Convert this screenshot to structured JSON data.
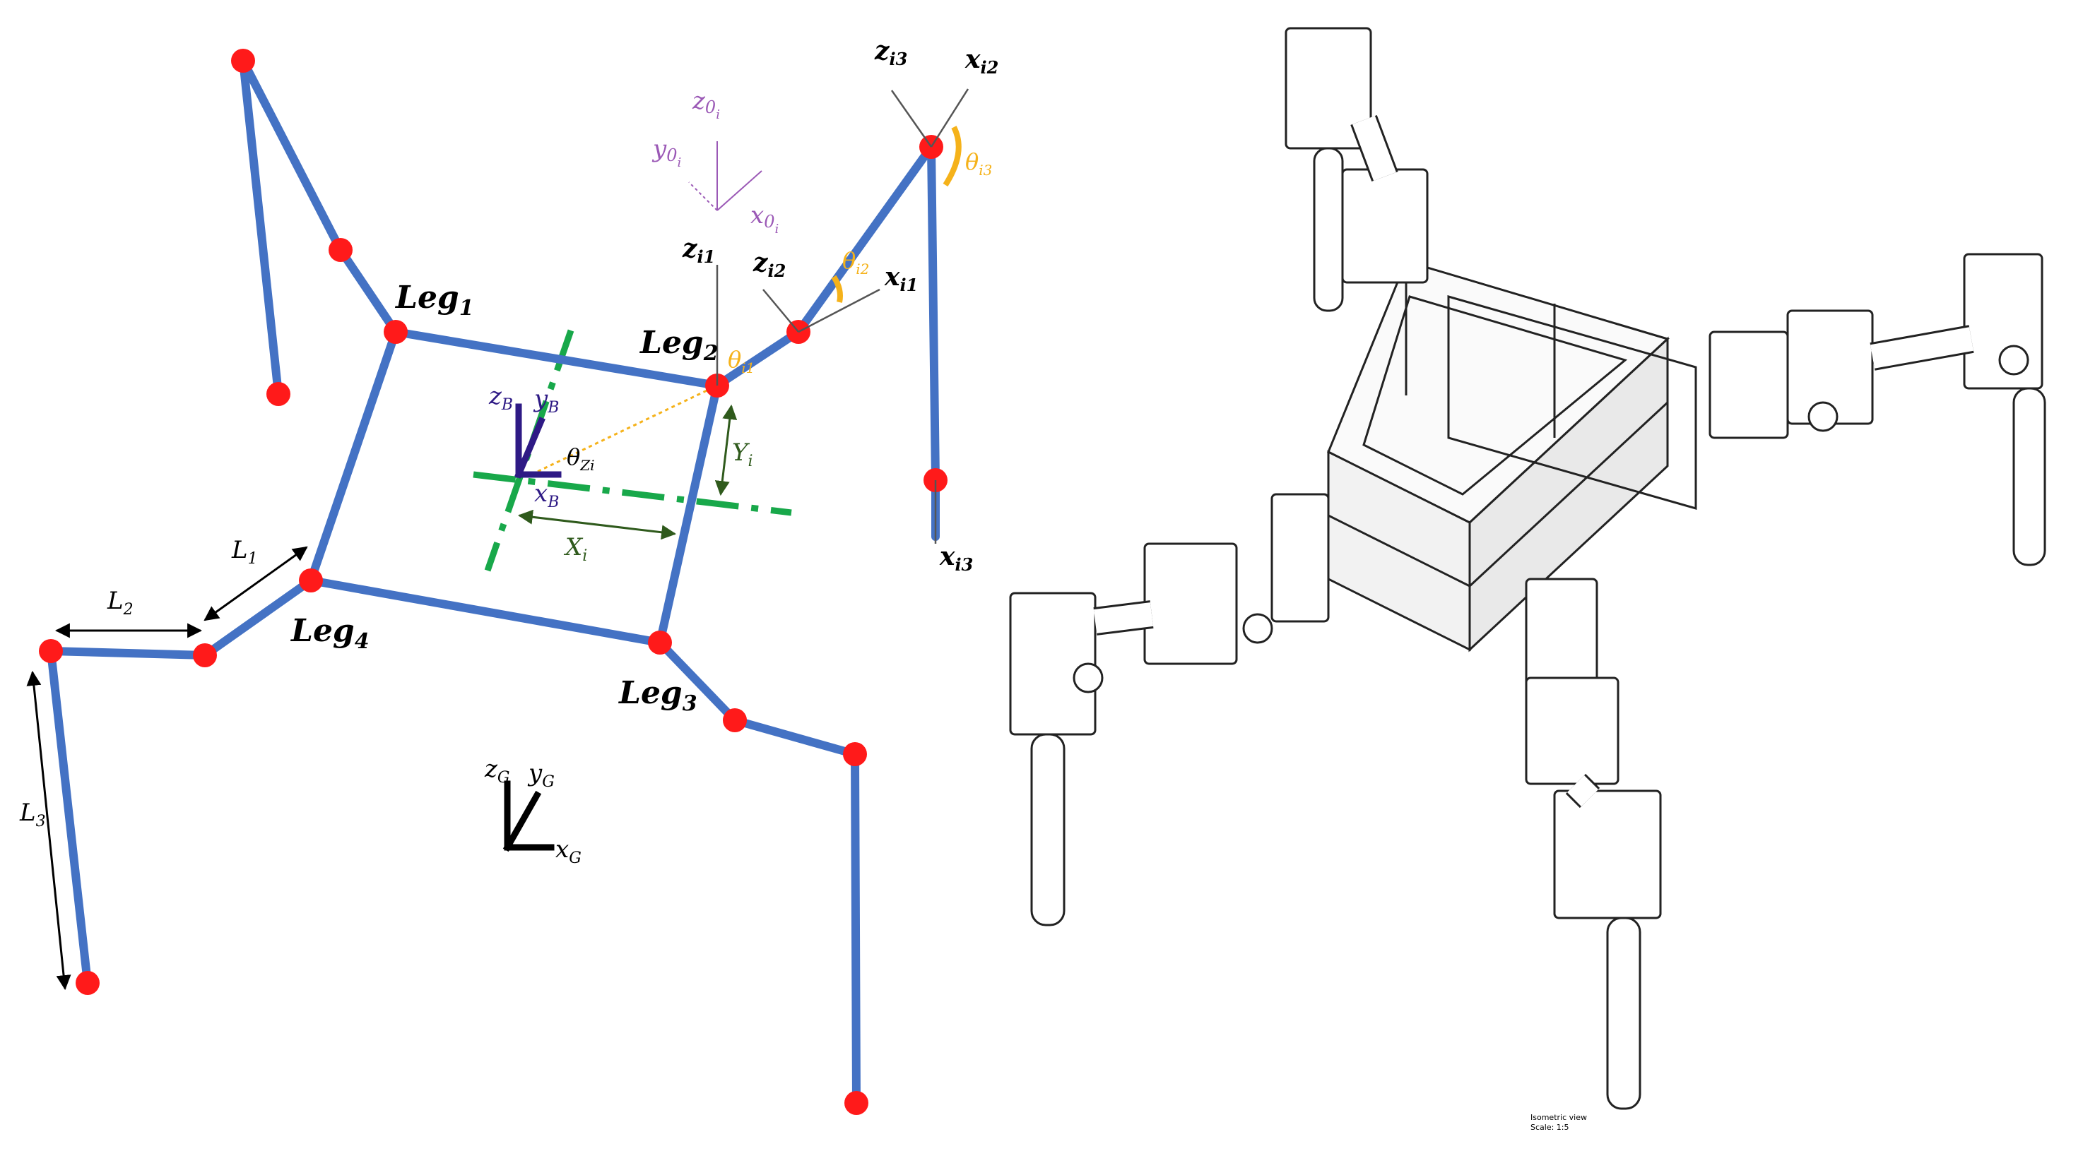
{
  "diagram": {
    "colors": {
      "link": "#4472c4",
      "joint": "#ff0000",
      "angle": "#f5b21a",
      "base_frame": "#2e1a85",
      "origin_frame": "#9b59b6",
      "axis_dash": "#18a84a",
      "offset": "#2f5a1c",
      "text": "#000000"
    },
    "legs": {
      "leg1": {
        "main": "Leg",
        "sub": "1"
      },
      "leg2": {
        "main": "Leg",
        "sub": "2"
      },
      "leg3": {
        "main": "Leg",
        "sub": "3"
      },
      "leg4": {
        "main": "Leg",
        "sub": "4"
      }
    },
    "links": {
      "l1": {
        "main": "L",
        "sub": "1"
      },
      "l2": {
        "main": "L",
        "sub": "2"
      },
      "l3": {
        "main": "L",
        "sub": "3"
      }
    },
    "base_frame": {
      "z": {
        "main": "z",
        "sub": "B"
      },
      "y": {
        "main": "y",
        "sub": "B"
      },
      "x": {
        "main": "x",
        "sub": "B"
      }
    },
    "global_frame": {
      "z": {
        "main": "z",
        "sub": "G"
      },
      "y": {
        "main": "y",
        "sub": "G"
      },
      "x": {
        "main": "x",
        "sub": "G"
      }
    },
    "origin_frame": {
      "z": {
        "main": "z",
        "sub": "0",
        "subsub": "i"
      },
      "y": {
        "main": "y",
        "sub": "0",
        "subsub": "i"
      },
      "x": {
        "main": "x",
        "sub": "0",
        "subsub": "i"
      }
    },
    "joint_axes": {
      "zi1": {
        "main": "z",
        "sub": "i1"
      },
      "zi2": {
        "main": "z",
        "sub": "i2"
      },
      "zi3": {
        "main": "z",
        "sub": "i3"
      },
      "xi1": {
        "main": "x",
        "sub": "i1"
      },
      "xi2": {
        "main": "x",
        "sub": "i2"
      },
      "xi3": {
        "main": "x",
        "sub": "i3"
      }
    },
    "angles": {
      "theta_i1": {
        "main": "θ",
        "sub": "i1"
      },
      "theta_i2": {
        "main": "θ",
        "sub": "i2"
      },
      "theta_i3": {
        "main": "θ",
        "sub": "i3"
      },
      "theta_zi": {
        "main": "θ",
        "sub": "Zi"
      }
    },
    "offsets": {
      "xi": {
        "main": "X",
        "sub": "i"
      },
      "yi": {
        "main": "Y",
        "sub": "i"
      }
    }
  },
  "cad": {
    "caption_line1": "Isometric view",
    "caption_line2": "Scale: 1:5"
  }
}
